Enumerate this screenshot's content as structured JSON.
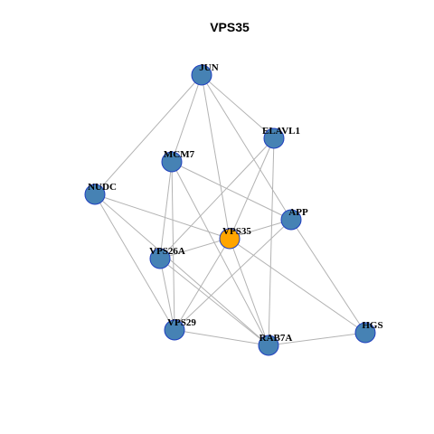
{
  "title": "VPS35",
  "colors": {
    "node": "#4682b4",
    "center_node": "#ffa500",
    "node_border": "#1f3fbf",
    "edge": "#b3b3b3"
  },
  "nodes": [
    {
      "id": "JUN",
      "label": "JUN",
      "center": false
    },
    {
      "id": "ELAVL1",
      "label": "ELAVL1",
      "center": false
    },
    {
      "id": "MCM7",
      "label": "MCM7",
      "center": false
    },
    {
      "id": "NUDC",
      "label": "NUDC",
      "center": false
    },
    {
      "id": "APP",
      "label": "APP",
      "center": false
    },
    {
      "id": "VPS35",
      "label": "VPS35",
      "center": true
    },
    {
      "id": "VPS26A",
      "label": "VPS26A",
      "center": false
    },
    {
      "id": "VPS29",
      "label": "VPS29",
      "center": false
    },
    {
      "id": "RAB7A",
      "label": "RAB7A",
      "center": false
    },
    {
      "id": "HGS",
      "label": "HGS",
      "center": false
    }
  ],
  "edges": [
    [
      "JUN",
      "MCM7"
    ],
    [
      "JUN",
      "NUDC"
    ],
    [
      "JUN",
      "ELAVL1"
    ],
    [
      "JUN",
      "APP"
    ],
    [
      "JUN",
      "VPS35"
    ],
    [
      "ELAVL1",
      "VPS26A"
    ],
    [
      "ELAVL1",
      "VPS35"
    ],
    [
      "ELAVL1",
      "RAB7A"
    ],
    [
      "MCM7",
      "APP"
    ],
    [
      "MCM7",
      "VPS26A"
    ],
    [
      "MCM7",
      "RAB7A"
    ],
    [
      "MCM7",
      "VPS29"
    ],
    [
      "NUDC",
      "VPS35"
    ],
    [
      "NUDC",
      "VPS29"
    ],
    [
      "NUDC",
      "RAB7A"
    ],
    [
      "APP",
      "VPS26A"
    ],
    [
      "APP",
      "VPS29"
    ],
    [
      "APP",
      "HGS"
    ],
    [
      "VPS35",
      "VPS29"
    ],
    [
      "VPS35",
      "RAB7A"
    ],
    [
      "VPS35",
      "HGS"
    ],
    [
      "VPS26A",
      "VPS29"
    ],
    [
      "VPS26A",
      "RAB7A"
    ],
    [
      "VPS29",
      "RAB7A"
    ],
    [
      "RAB7A",
      "HGS"
    ]
  ]
}
